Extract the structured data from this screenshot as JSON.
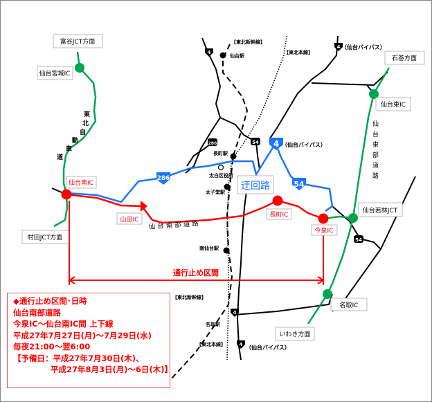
{
  "labels": {
    "tomiya_jct": "富谷JCT方面",
    "sendai_miyagi_ic": "仙台宮城IC",
    "tohoku_expressway": [
      "東",
      "北",
      "自",
      "動",
      "車",
      "道"
    ],
    "sendai_minami_ic": "仙台南IC",
    "murata_jct": "村田JCT方面",
    "yamada_ic": "山田IC",
    "nagamachi_ic": "長町IC",
    "imaizumi_ic": "今泉IC",
    "sendai_nanbu_road": "仙 台 南 部 道 路",
    "detour": "迂回路",
    "closure_section": "通行止め区間",
    "ishinomaki": "石巻方面",
    "sendai_higashi_ic": "仙台東IC",
    "sendai_toubu_road": [
      "仙",
      "台",
      "東",
      "部",
      "道",
      "路"
    ],
    "sendai_wakabayashi_jct": "仙台若林JCT",
    "natori_ic": "名取IC",
    "iwaki": "いわき方面",
    "shinkansen_top": "【東北新幹線】",
    "shinkansen_bottom": "【東北新幹線】",
    "honsen_top": "【東北本線】",
    "honsen_bottom": "【東北本線】",
    "sendai_station": "仙台駅",
    "nagamachi_station": "長町駅",
    "taihaku_ward_office": "太白区役所",
    "taishido_station": "太子堂駅",
    "minami_sendai_station": "南仙台駅",
    "natori_station": "名取駅",
    "bypass_top": "（仙台バイパス）",
    "bypass_mid": "（仙台バイパス）",
    "bypass_bottom": "（仙台バイパス）",
    "route4": "4",
    "route286": "286",
    "route54": "54"
  },
  "info": {
    "heading": "◆通行止め区間･日時",
    "road": "仙台南部道路",
    "section": "今泉IC～仙台南IC間 上下線",
    "dates": "平成27年7月27日(月)～7月29日(水)",
    "hours": "毎夜21:00～翌6:00",
    "reserve_1": "【予備日：平成27年7月30日(木)、",
    "reserve_2": "平成27年8月3日(月)～6日(木)】"
  },
  "colors": {
    "closure": "#ff0000",
    "detour": "#1a75ff",
    "expressway": "#00a550"
  }
}
